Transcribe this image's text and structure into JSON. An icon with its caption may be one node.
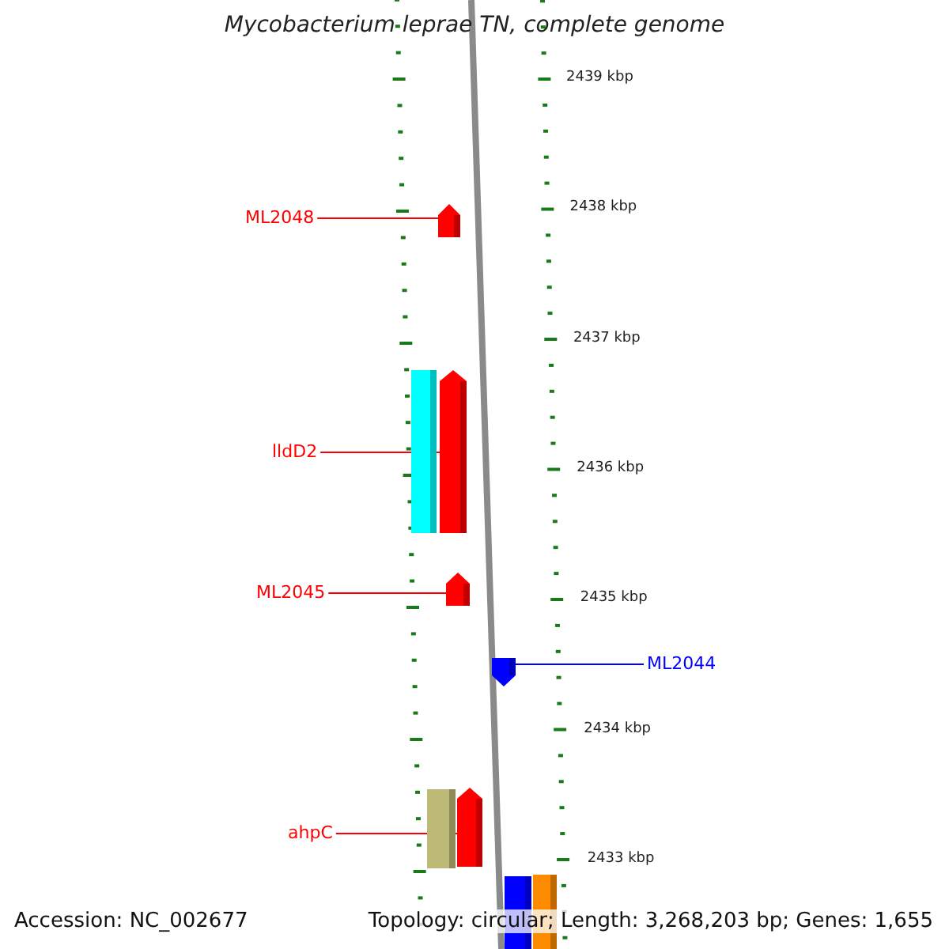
{
  "diagram": {
    "title": "Mycobacterium leprae TN, complete genome",
    "nodes": [
      {
        "text": [
          "ML2048"
        ]
      },
      {
        "text": [],
        "shape": "arrow"
      },
      {
        "text": [],
        "shape": "bar"
      },
      {
        "text": [
          "lldD2"
        ]
      },
      {
        "text": [],
        "shape": "arrow"
      },
      {
        "text": [
          "ML2045"
        ]
      },
      {
        "text": [],
        "shape": "arrow"
      },
      {
        "text": [],
        "shape": "arrow"
      },
      {
        "text": [
          "ML2044"
        ]
      },
      {
        "text": [],
        "shape": "bar"
      },
      {
        "text": [
          "ahpC"
        ]
      },
      {
        "text": [],
        "shape": "arrow"
      },
      {
        "text": [],
        "shape": "bar"
      },
      {
        "text": [],
        "shape": "bar"
      }
    ],
    "edges": [
      {
        "from": 0,
        "to": 1,
        "arrow": "none"
      },
      {
        "from": 3,
        "to": 4,
        "arrow": "none"
      },
      {
        "from": 5,
        "to": 6,
        "arrow": "none"
      },
      {
        "from": 8,
        "to": 7,
        "arrow": "none",
        "color": "#0000ff"
      },
      {
        "from": 10,
        "to": 11,
        "arrow": "none"
      }
    ],
    "labels": [
      "2439 kbp",
      "2438 kbp",
      "2437 kbp",
      "2436 kbp",
      "2435 kbp",
      "2434 kbp",
      "2433 kbp",
      "Accession: NC_002677",
      "Topology: circular; Length: 3,268,203 bp; Genes: 1,655"
    ]
  }
}
